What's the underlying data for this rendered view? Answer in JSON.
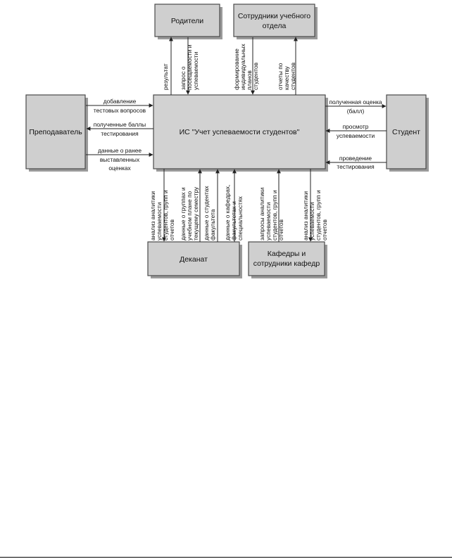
{
  "main_system": {
    "label": "ИС \"Учет успеваемости студентов\""
  },
  "entities": {
    "parents": "Родители",
    "staff": [
      "Сотрудники учебного",
      "отдела"
    ],
    "teacher": "Преподаватель",
    "student": "Студент",
    "dean": "Деканат",
    "departments": [
      "Кафедры и",
      "сотрудники кафедр"
    ]
  },
  "flows": {
    "parents_result": [
      "результат"
    ],
    "parents_request": [
      "запрос о",
      "посещаемости и",
      "успеваемости"
    ],
    "staff_plans": [
      "формирование",
      "индивидуальных",
      "планов",
      "студентов"
    ],
    "staff_reports": [
      "отчеты по",
      "качеству",
      "студентов"
    ],
    "teacher_add": [
      "добавление",
      "тестовых вопросов"
    ],
    "teacher_scores": [
      "полученные баллы",
      "тестирования"
    ],
    "teacher_prev": [
      "данные о ранее",
      "выставленных",
      "оценках"
    ],
    "student_grade": [
      "полученная оценка",
      "(балл)"
    ],
    "student_view": [
      "просмотр",
      "успеваемости"
    ],
    "student_test": [
      "проведение",
      "тестирования"
    ],
    "dean_analysis": [
      "анализ аналитики",
      "успеваемости",
      "студентов, групп и",
      "отчетов"
    ],
    "dean_groups": [
      "данные о группах и",
      "учебном плане по",
      "текущему семестру"
    ],
    "dean_students": [
      "данные о студентах",
      "факультета"
    ],
    "dean_depts": [
      "данные о кафедрах,",
      "факультетах и",
      "специальностях"
    ],
    "dept_requests": [
      "запросы аналитики",
      "успеваемости",
      "студентов, групп и",
      "отчетов"
    ],
    "dept_analysis": [
      "анализ аналитики",
      "успеваемости",
      "студентов, групп и",
      "отчетов"
    ]
  }
}
